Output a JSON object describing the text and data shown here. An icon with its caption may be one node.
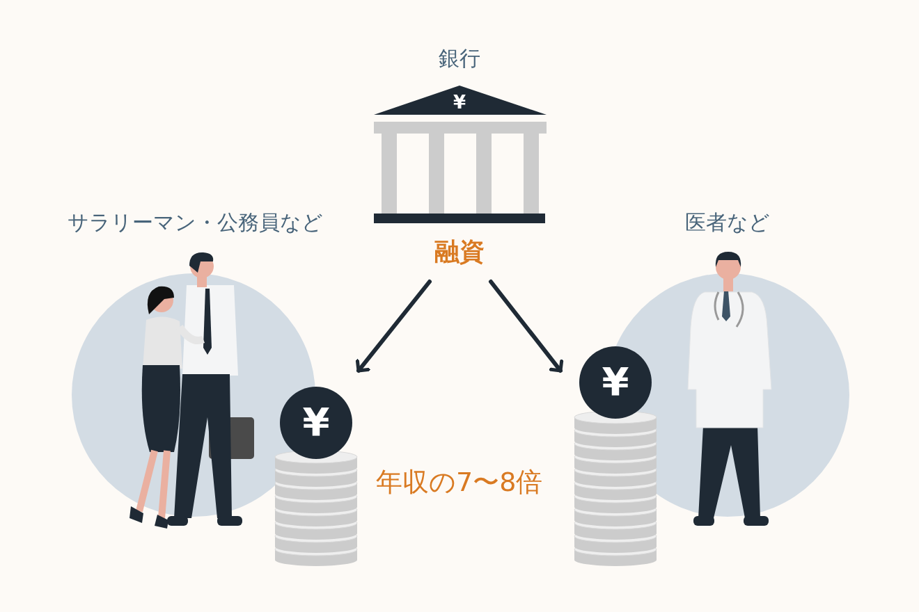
{
  "diagram": {
    "nodes": [
      {
        "text": [
          "銀行",
          "¥"
        ],
        "beside": [
          "融資"
        ]
      },
      {
        "text": [
          "サラリーマン・公務員など"
        ]
      },
      {
        "text": [
          "¥"
        ]
      },
      {
        "text": [
          "¥"
        ]
      },
      {
        "text": [
          "医者など"
        ]
      }
    ],
    "edges": [
      {
        "from": 0,
        "to": 2,
        "arrow": "to"
      },
      {
        "from": 0,
        "to": 3,
        "arrow": "to"
      }
    ],
    "labels": [
      "年収の7〜8倍"
    ]
  }
}
